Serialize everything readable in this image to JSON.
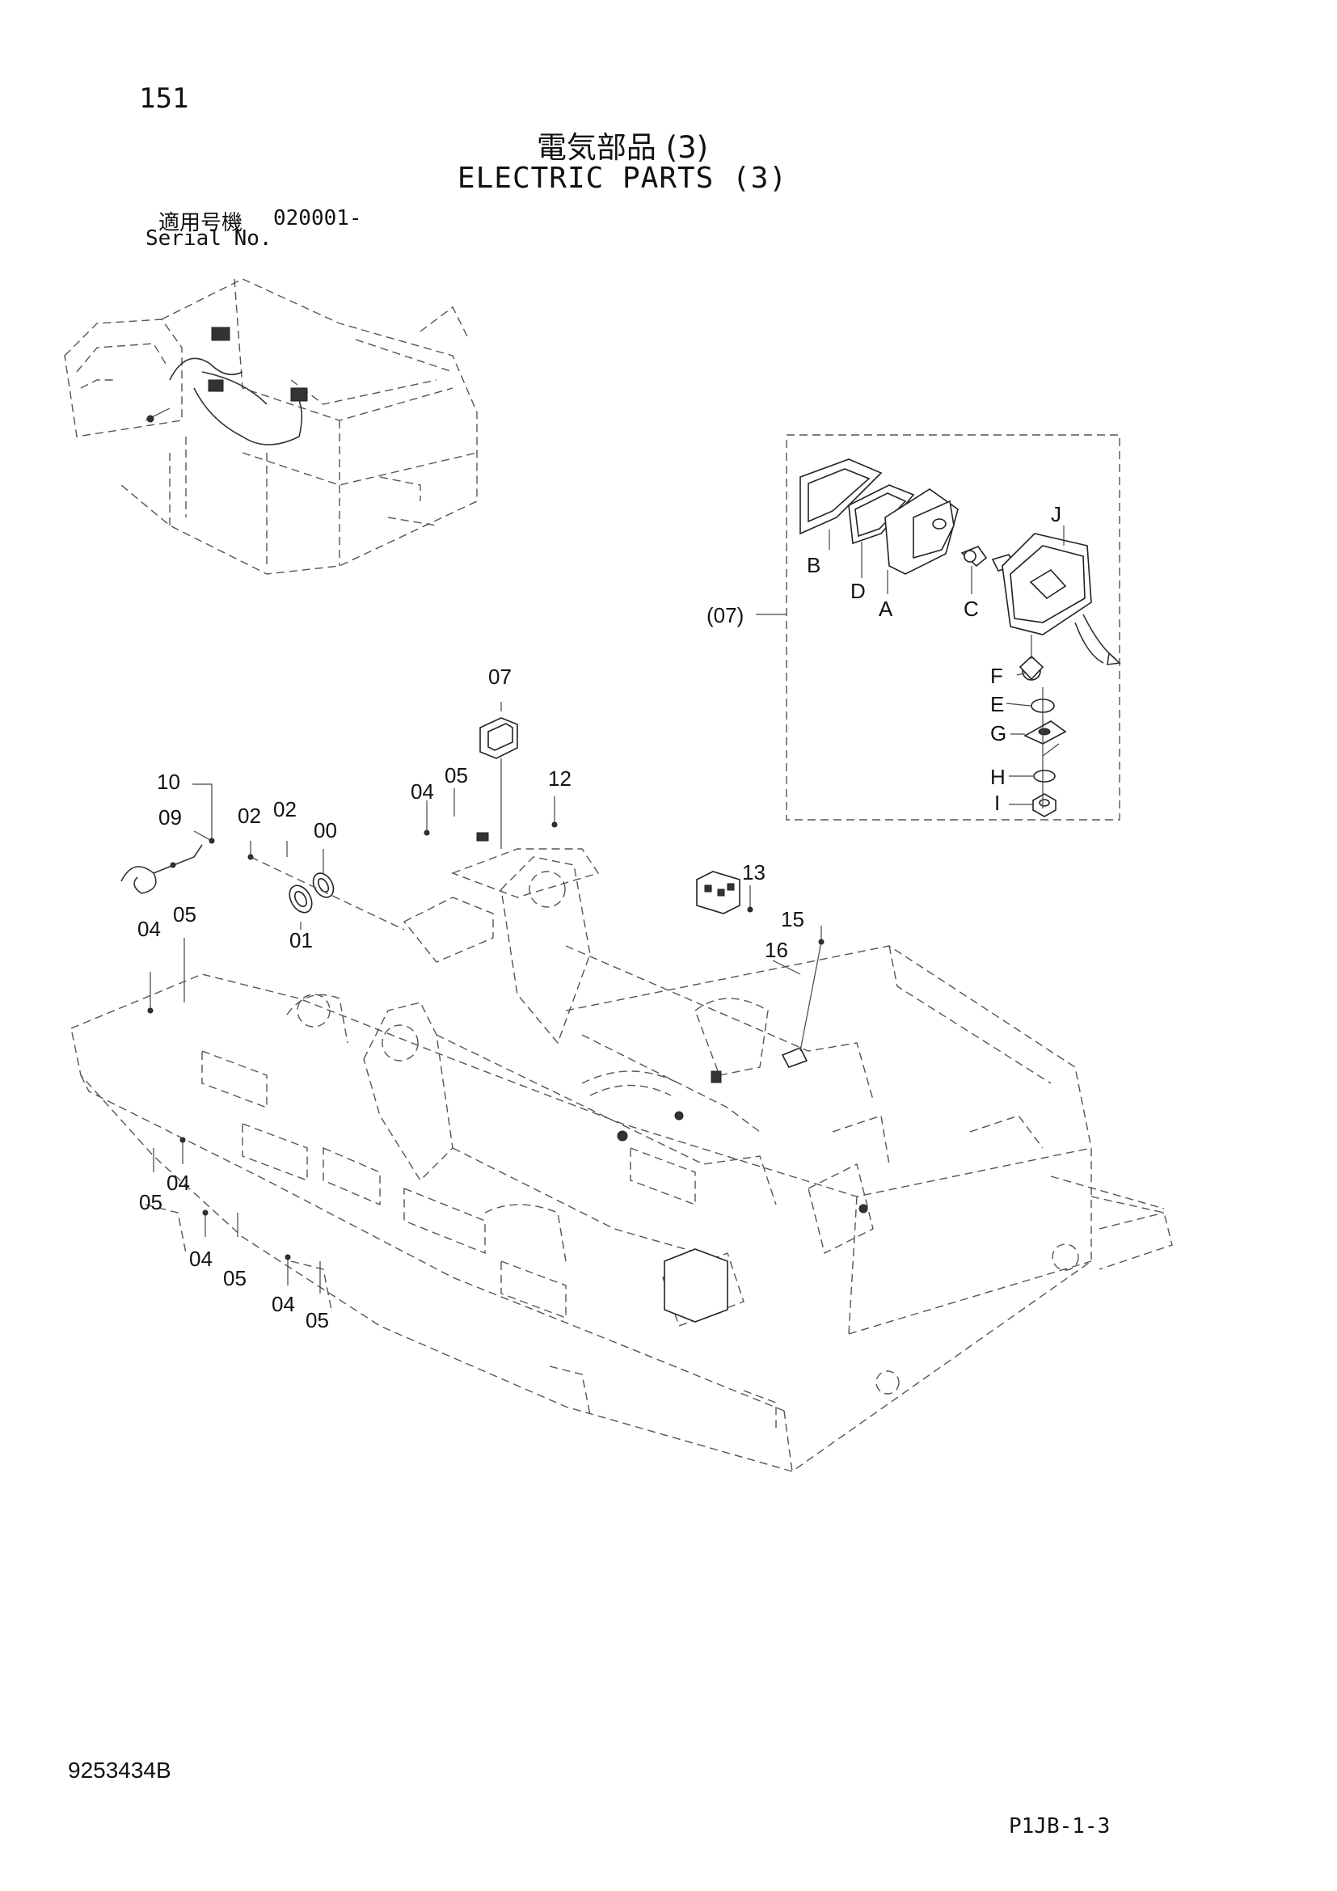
{
  "header": {
    "page_number": "151",
    "title_jp": "電気部品 (3)",
    "title_en": "ELECTRIC PARTS (3)",
    "serial_label_jp": "適用号機",
    "serial_value": "020001-",
    "serial_label_en": "Serial No."
  },
  "callouts": {
    "c00": "00",
    "c01": "01",
    "c02a": "02",
    "c02b": "02",
    "c04_top": "04",
    "c05_top": "05",
    "c04_left": "04",
    "c05_left": "05",
    "c05_lower1": "05",
    "c04_lower1": "04",
    "c04_lower2": "04",
    "c05_lower2": "05",
    "c04_lower3": "04",
    "c05_lower3": "05",
    "c07": "07",
    "c09": "09",
    "c10": "10",
    "c12": "12",
    "c13": "13",
    "c15": "15",
    "c16": "16"
  },
  "inset": {
    "group_label": "(07)",
    "labels": {
      "A": "A",
      "B": "B",
      "C": "C",
      "D": "D",
      "E": "E",
      "F": "F",
      "G": "G",
      "H": "H",
      "I": "I",
      "J": "J"
    }
  },
  "footer": {
    "doc_number": "9253434B",
    "sheet_code": "P1JB-1-3"
  }
}
